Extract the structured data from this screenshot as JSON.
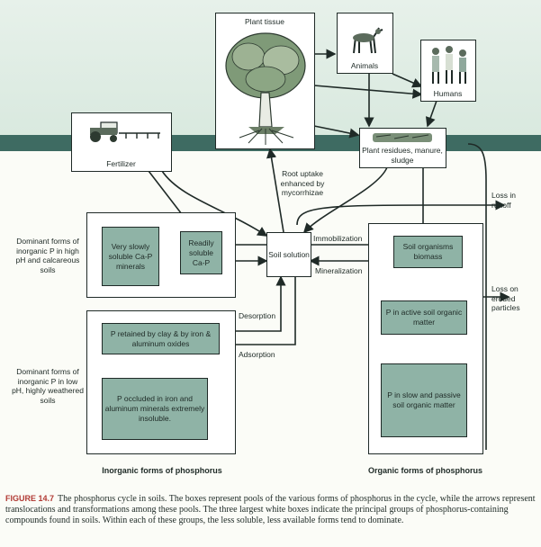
{
  "top": {
    "plant_tissue": "Plant tissue",
    "animals": "Animals",
    "humans": "Humans",
    "fertilizer": "Fertilizer",
    "plant_residues": "Plant residues, manure, sludge",
    "root_uptake": "Root uptake enhanced by mycorrhizae"
  },
  "inorganic": {
    "very_slowly": "Very slowly soluble Ca-P minerals",
    "readily": "Readily soluble Ca-P",
    "retained": "P retained by clay & by iron & aluminum oxides",
    "occluded": "P occluded in iron and aluminum minerals extremely insoluble.",
    "dominant_high": "Dominant forms of inorganic P in high pH and calcareous soils",
    "dominant_low": "Dominant forms of inorganic P in low pH, highly weathered soils",
    "title": "Inorganic forms of phosphorus"
  },
  "center": {
    "soil_solution": "Soil solution",
    "desorption": "Desorption",
    "adsorption": "Adsorption",
    "immobilization": "Immobilization",
    "mineralization": "Mineralization"
  },
  "organic": {
    "organisms": "Soil organisms biomass",
    "active": "P in active soil organic matter",
    "slow": "P in slow and passive soil organic matter",
    "title": "Organic forms of phosphorus"
  },
  "losses": {
    "runoff": "Loss in runoff",
    "eroded": "Loss on eroded particles"
  },
  "caption": {
    "label": "FIGURE 14.7",
    "text": "The phosphorus cycle in soils. The boxes represent pools of the various forms of phosphorus in the cycle, while the arrows represent translocations and transformations among these pools. The three largest white boxes indicate the principal groups of phosphorus-containing compounds found in soils. Within each of these groups, the less soluble, less available forms tend to dominate."
  },
  "colors": {
    "green_box": "#8fb3a6",
    "ground": "#3e6b62",
    "caption_label": "#b13a34"
  }
}
